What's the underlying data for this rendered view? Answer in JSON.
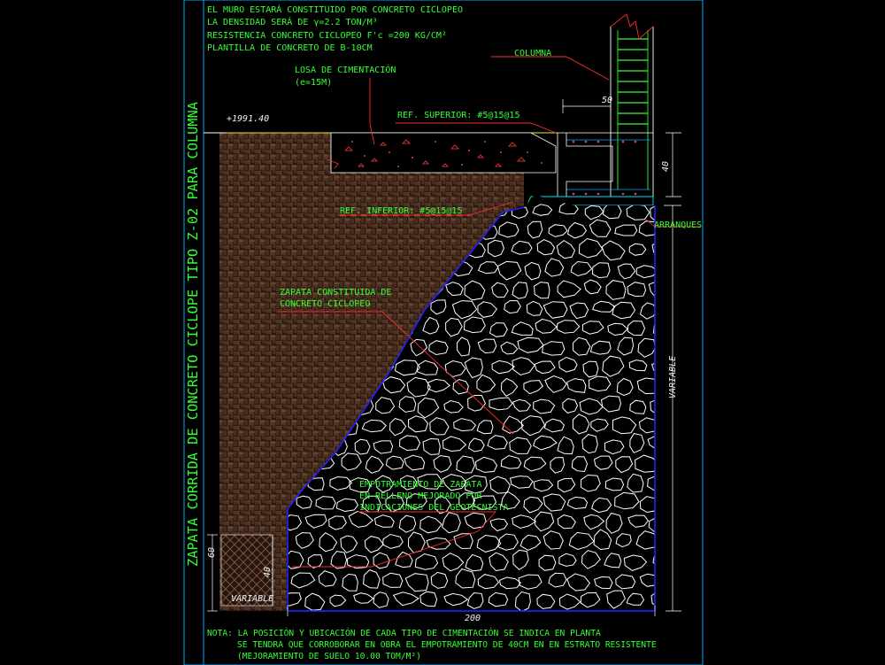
{
  "title_vertical": "ZAPATA CORRIDA DE CONCRETO CICLOPE TIPO Z-02 PARA COLUMNA",
  "top_notes": [
    "EL MURO ESTARÁ CONSTITUIDO POR CONCRETO CICLOPEO",
    "LA DENSIDAD   SERÁ DE γ=2.2 TON/M³",
    "RESISTENCIA CONCRETO CICLOPEO F'c =200 KG/CM²",
    "PLANTILLA DE CONCRETO DE B-10CM"
  ],
  "labels": {
    "columna": "COLUMNA",
    "losa_1": "LOSA DE CIMENTACIÓN",
    "losa_2": "(e=15M)",
    "ref_superior": "REF. SUPERIOR: #5@15@15",
    "ref_inferior": "REF. INFERIOR: #5@15@15",
    "arranques": "ARRANQUES",
    "zapata_1": "ZAPATA CONSTITUIDA DE",
    "zapata_2": "CONCRETO CICLOPEO",
    "empotramiento_1": "EMPOTRAMIENTO DE ZAPATA",
    "empotramiento_2": "EN RELLENO MEJORADO POR",
    "empotramiento_3": "INDICACIONES DEL GEOTECNISTA",
    "elevation": "+1991.40",
    "variable_side": "VARIABLE",
    "variable_box": "VARIABLE"
  },
  "dimensions": {
    "dim_50": "50",
    "dim_40_right": "40",
    "dim_200": "200",
    "dim_60": "60",
    "dim_40_left": "40"
  },
  "bottom_notes": [
    "NOTA: LA POSICIÓN Y UBICACIÓN DE CADA TIPO DE CIMENTACIÓN SE INDICA EN PLANTA",
    "SE TENDRA QUE CORROBORAR EN OBRA EL EMPOTRAMIENTO DE 40CM EN EN ESTRATO RESISTENTE",
    "(MEJORAMIENTO DE SUELO 10.00 TOM/M²)"
  ],
  "colors": {
    "background": "#000000",
    "text": "#33ff33",
    "frame": "#00aaff",
    "leader": "#ff2a2a",
    "outline_blue": "#2222ff",
    "stones": "#ffffff",
    "soil_hatch": "#8a5a3c",
    "rebar": "#33ff33",
    "label_text": "#f2f2f2"
  }
}
